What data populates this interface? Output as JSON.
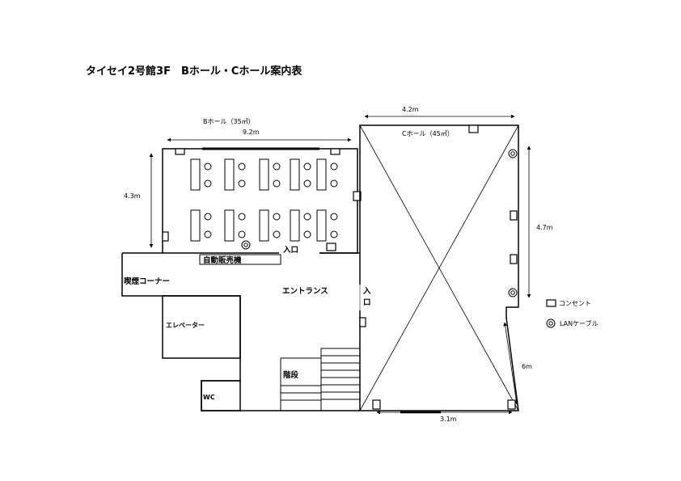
{
  "title": "タイセイ2号館3F　Bホール・Cホール案内表",
  "b_hall": {
    "name": "Bホール（35㎡）",
    "width": "9.2m",
    "depth": "4.3m",
    "entrance": "入口",
    "vending": "自動販売機"
  },
  "c_hall": {
    "name": "Cホール（45㎡）",
    "top": "4.2m",
    "right": "4.7m",
    "diagonal": "6m",
    "bottom": "3.1m",
    "entrance_line1": "入",
    "entrance_line2": "口"
  },
  "rooms": {
    "smoking": "喫煙コーナー",
    "entrance_hall": "エントランス",
    "elevator": "エレベーター",
    "stairs": "階段",
    "wc": "WC"
  },
  "legend": {
    "outlet_label": "コンセント",
    "lan_label": "LANケーブル",
    "outlet_icon": "outlet-icon",
    "lan_icon": "lan-cable-icon"
  }
}
